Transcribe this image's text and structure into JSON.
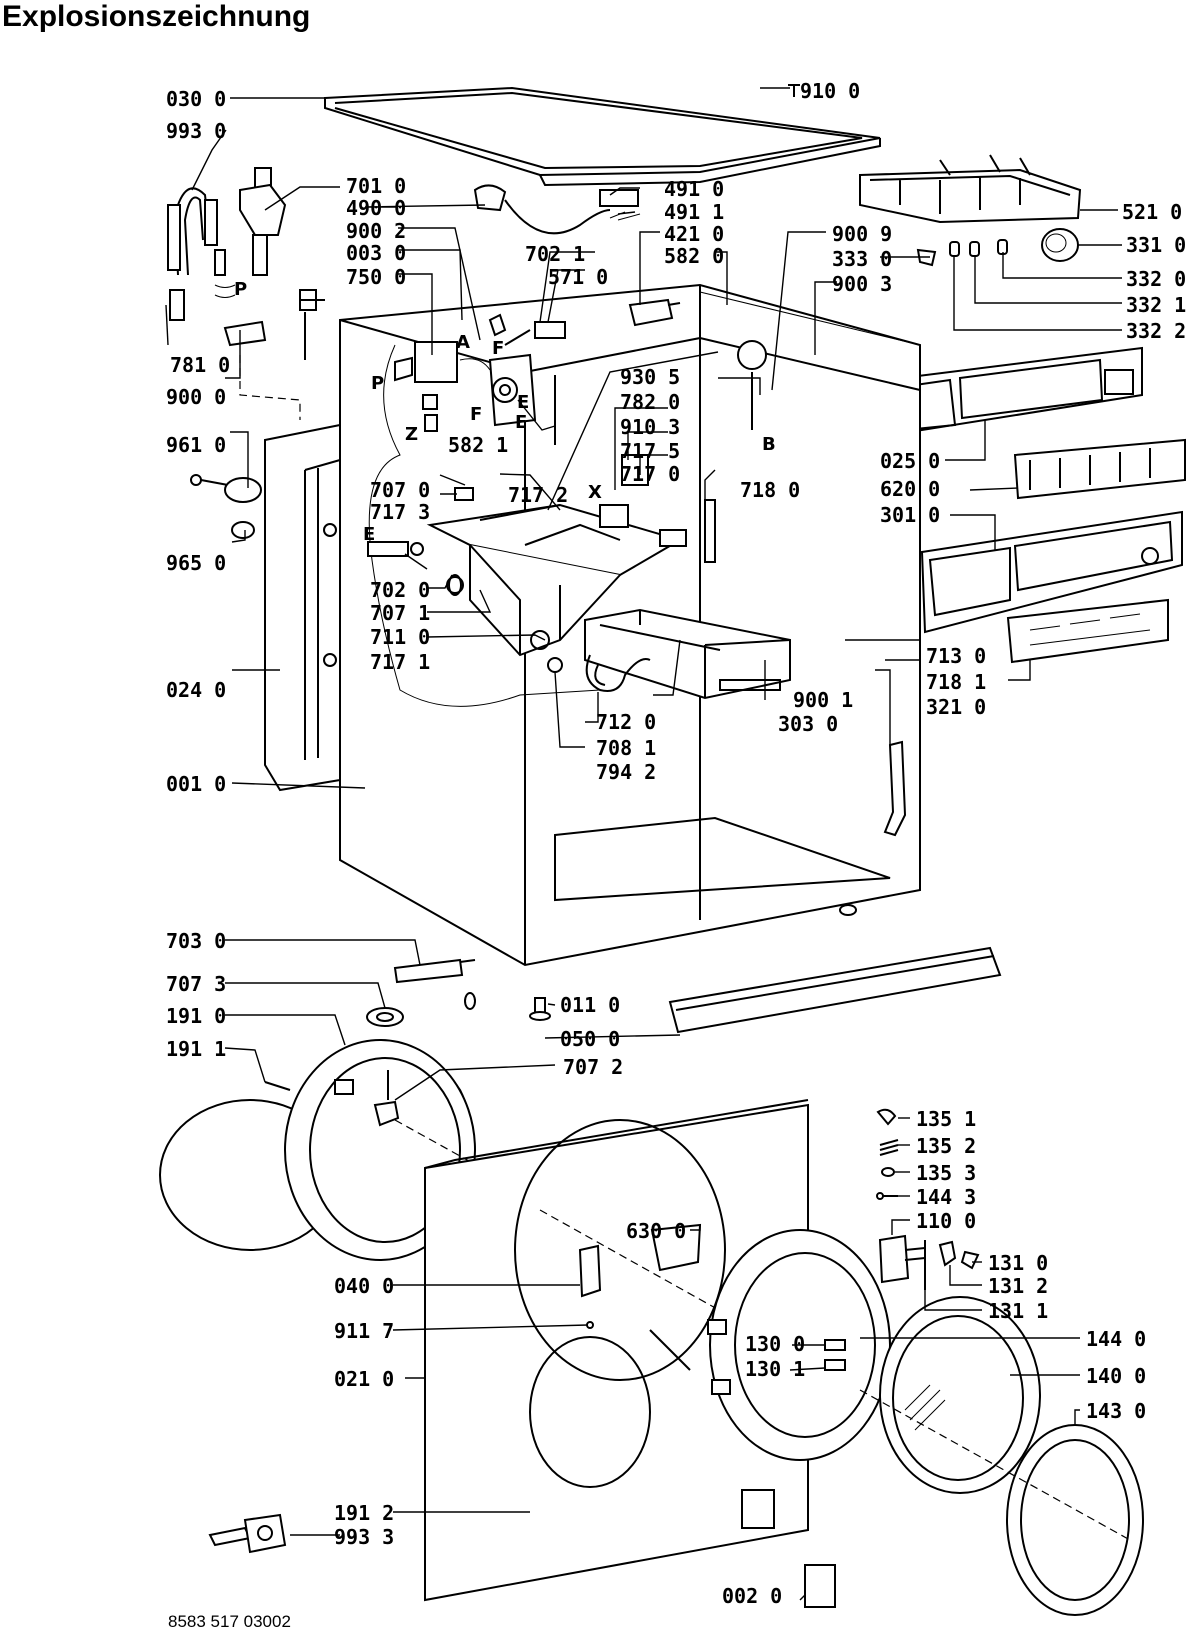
{
  "title": "Explosionszeichnung",
  "document_number": "8583 517 03002",
  "labels": [
    {
      "id": "030_0",
      "text": "030 0"
    },
    {
      "id": "993_0",
      "text": "993 0"
    },
    {
      "id": "701_0",
      "text": "701 0"
    },
    {
      "id": "490_0",
      "text": "490 0"
    },
    {
      "id": "900_2",
      "text": "900 2"
    },
    {
      "id": "003_0",
      "text": "003 0"
    },
    {
      "id": "750_0",
      "text": "750 0"
    },
    {
      "id": "781_0",
      "text": "781 0"
    },
    {
      "id": "900_0",
      "text": "900 0"
    },
    {
      "id": "961_0",
      "text": "961 0"
    },
    {
      "id": "965_0",
      "text": "965 0"
    },
    {
      "id": "024_0",
      "text": "024 0"
    },
    {
      "id": "001_0",
      "text": "001 0"
    },
    {
      "id": "707_0",
      "text": "707 0"
    },
    {
      "id": "717_3",
      "text": "717 3"
    },
    {
      "id": "702_0",
      "text": "702 0"
    },
    {
      "id": "707_1",
      "text": "707 1"
    },
    {
      "id": "711_0",
      "text": "711 0"
    },
    {
      "id": "717_1",
      "text": "717 1"
    },
    {
      "id": "582_1",
      "text": "582 1"
    },
    {
      "id": "717_2",
      "text": "717 2"
    },
    {
      "id": "702_1",
      "text": "702 1"
    },
    {
      "id": "571_0",
      "text": "571 0"
    },
    {
      "id": "491_0",
      "text": "491 0"
    },
    {
      "id": "491_1",
      "text": "491 1"
    },
    {
      "id": "421_0",
      "text": "421 0"
    },
    {
      "id": "582_0",
      "text": "582 0"
    },
    {
      "id": "910_0",
      "text": "910 0"
    },
    {
      "id": "930_5",
      "text": "930 5"
    },
    {
      "id": "782_0",
      "text": "782 0"
    },
    {
      "id": "910_3",
      "text": "910 3"
    },
    {
      "id": "717_5",
      "text": "717 5"
    },
    {
      "id": "717_0",
      "text": "717 0"
    },
    {
      "id": "718_0",
      "text": "718 0"
    },
    {
      "id": "712_0",
      "text": "712 0"
    },
    {
      "id": "708_1",
      "text": "708 1"
    },
    {
      "id": "794_2",
      "text": "794 2"
    },
    {
      "id": "303_0",
      "text": "303 0"
    },
    {
      "id": "900_1",
      "text": "900 1"
    },
    {
      "id": "900_9",
      "text": "900 9"
    },
    {
      "id": "333_0",
      "text": "333 0"
    },
    {
      "id": "900_3",
      "text": "900 3"
    },
    {
      "id": "521_0",
      "text": "521 0"
    },
    {
      "id": "331_0",
      "text": "331 0"
    },
    {
      "id": "332_0",
      "text": "332 0"
    },
    {
      "id": "332_1",
      "text": "332 1"
    },
    {
      "id": "332_2",
      "text": "332 2"
    },
    {
      "id": "025_0",
      "text": "025 0"
    },
    {
      "id": "620_0",
      "text": "620 0"
    },
    {
      "id": "301_0",
      "text": "301 0"
    },
    {
      "id": "713_0",
      "text": "713 0"
    },
    {
      "id": "718_1",
      "text": "718 1"
    },
    {
      "id": "321_0",
      "text": "321 0"
    },
    {
      "id": "703_0",
      "text": "703 0"
    },
    {
      "id": "707_3",
      "text": "707 3"
    },
    {
      "id": "191_0",
      "text": "191 0"
    },
    {
      "id": "191_1",
      "text": "191 1"
    },
    {
      "id": "707_2",
      "text": "707 2"
    },
    {
      "id": "011_0",
      "text": "011 0"
    },
    {
      "id": "050_0",
      "text": "050 0"
    },
    {
      "id": "040_0",
      "text": "040 0"
    },
    {
      "id": "911_7",
      "text": "911 7"
    },
    {
      "id": "021_0",
      "text": "021 0"
    },
    {
      "id": "191_2",
      "text": "191 2"
    },
    {
      "id": "993_3",
      "text": "993 3"
    },
    {
      "id": "630_0",
      "text": "630 0"
    },
    {
      "id": "135_1",
      "text": "135 1"
    },
    {
      "id": "135_2",
      "text": "135 2"
    },
    {
      "id": "135_3",
      "text": "135 3"
    },
    {
      "id": "144_3",
      "text": "144 3"
    },
    {
      "id": "110_0",
      "text": "110 0"
    },
    {
      "id": "131_0",
      "text": "131 0"
    },
    {
      "id": "131_2",
      "text": "131 2"
    },
    {
      "id": "131_1",
      "text": "131 1"
    },
    {
      "id": "144_0",
      "text": "144 0"
    },
    {
      "id": "140_0",
      "text": "140 0"
    },
    {
      "id": "130_0",
      "text": "130 0"
    },
    {
      "id": "130_1",
      "text": "130 1"
    },
    {
      "id": "143_0",
      "text": "143 0"
    },
    {
      "id": "002_0",
      "text": "002 0"
    }
  ],
  "letters": [
    {
      "id": "P1",
      "text": "P"
    },
    {
      "id": "P2",
      "text": "P"
    },
    {
      "id": "A",
      "text": "A"
    },
    {
      "id": "Z",
      "text": "Z"
    },
    {
      "id": "F1",
      "text": "F"
    },
    {
      "id": "F2",
      "text": "F"
    },
    {
      "id": "E1",
      "text": "E"
    },
    {
      "id": "E2",
      "text": "E"
    },
    {
      "id": "E3",
      "text": "E"
    },
    {
      "id": "B",
      "text": "B"
    },
    {
      "id": "X",
      "text": "X"
    }
  ]
}
